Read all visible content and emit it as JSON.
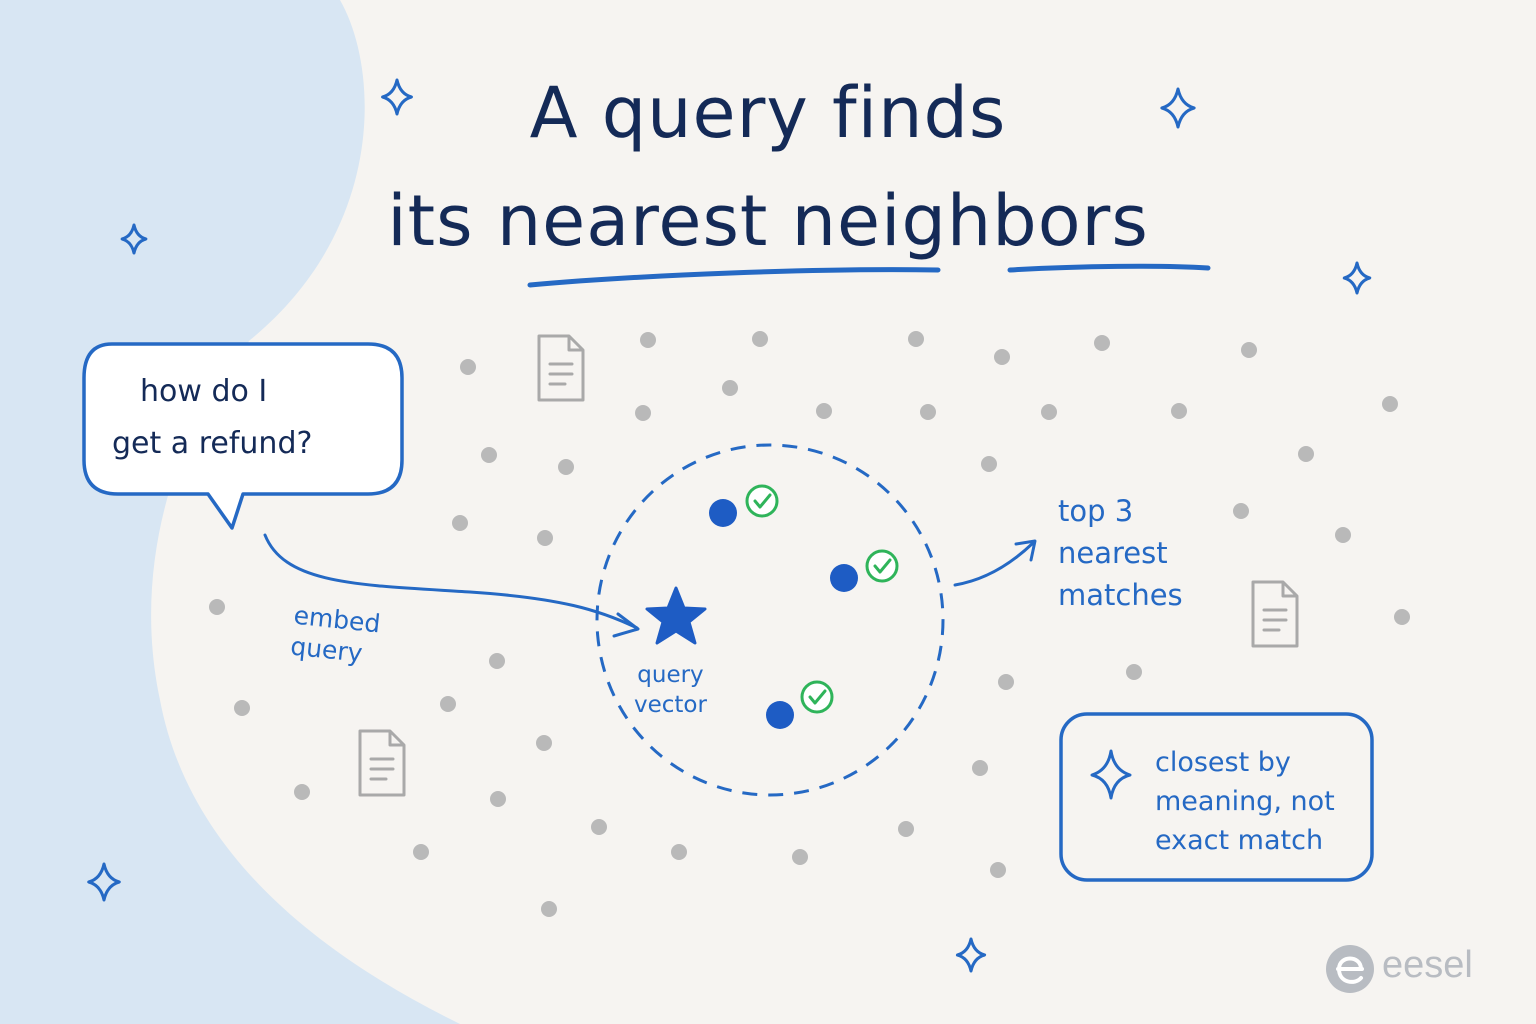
{
  "title": {
    "line1": "A query finds",
    "line2_plain": "its ",
    "line2_emphasis": "nearest neighbors"
  },
  "speech_bubble": {
    "line1": "how do I",
    "line2": "get a refund?"
  },
  "labels": {
    "embed_line1": "embed",
    "embed_line2": "query",
    "query_vector_line1": "query",
    "query_vector_line2": "vector",
    "matches_line1": "top 3",
    "matches_line2": "nearest",
    "matches_line3": "matches"
  },
  "callout": {
    "line1": "closest by",
    "line2": "meaning, not",
    "line3": "exact match"
  },
  "brand": {
    "name": "eesel"
  },
  "colors": {
    "navy": "#142a57",
    "blue": "#2569c4",
    "match_dot": "#1e5cc4",
    "check": "#2fb45a",
    "gray_dot": "#b9b9b9",
    "doc_gray": "#a9a9a9",
    "background": "#f6f4f1",
    "left_wave": "#d8e6f3",
    "logo_gray": "#b8bcc2"
  },
  "icons": {
    "query": "star-icon",
    "match": "check-circle-icon",
    "document": "document-icon",
    "decoration": "sparkle-icon"
  }
}
